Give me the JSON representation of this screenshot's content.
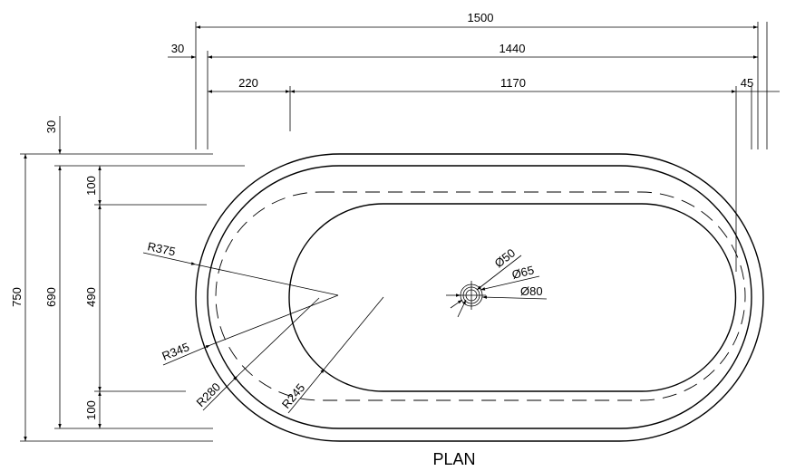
{
  "drawing": {
    "view_label": "PLAN",
    "top_dimensions": {
      "overall_length": "1500",
      "inner_length": "1440",
      "left_offset": "30",
      "end_segment": "220",
      "middle_segment": "1170",
      "right_offset": "45"
    },
    "left_dimensions": {
      "overall_width": "750",
      "inner_width": "690",
      "top_offset": "30",
      "top_rim": "100",
      "basin_width": "490",
      "bottom_rim": "100"
    },
    "radii": {
      "outer": "R375",
      "second": "R345",
      "dashed": "R280",
      "inner": "R245"
    },
    "drain": {
      "d1": "Ø50",
      "d2": "Ø65",
      "d3": "Ø80"
    }
  }
}
